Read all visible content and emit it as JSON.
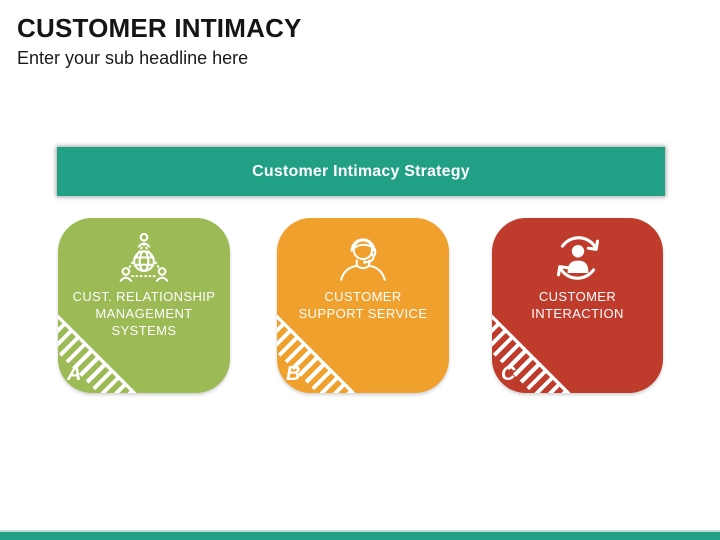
{
  "slide": {
    "title": "CUSTOMER INTIMACY",
    "subtitle": "Enter your sub headline here",
    "banner": {
      "label": "Customer Intimacy Strategy",
      "color": "#21a086"
    },
    "cards": [
      {
        "letter": "A",
        "label_line1": "CUST. RELATIONSHIP",
        "label_line2": "MANAGEMENT SYSTEMS",
        "color": "#9cba55",
        "icon": "crm-network-icon"
      },
      {
        "letter": "B",
        "label_line1": "CUSTOMER",
        "label_line2": "SUPPORT SERVICE",
        "color": "#f0a02c",
        "icon": "support-agent-icon"
      },
      {
        "letter": "C",
        "label_line1": "CUSTOMER",
        "label_line2": "INTERACTION",
        "color": "#bf3c2d",
        "icon": "customer-interaction-icon"
      }
    ],
    "footer": {
      "bar_color": "#21a086",
      "light_line_color": "#bcdcd6"
    }
  }
}
